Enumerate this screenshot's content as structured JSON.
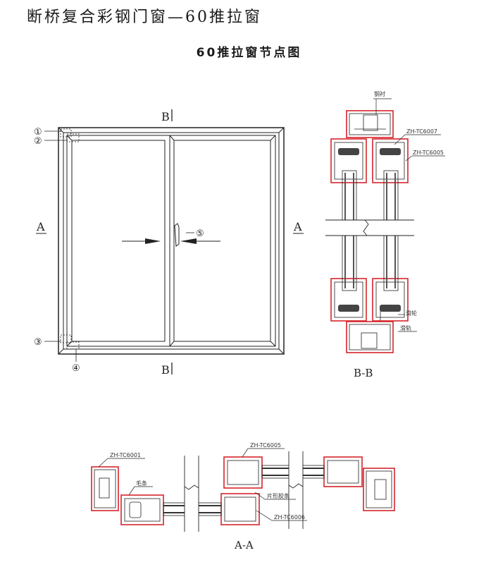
{
  "title": "断桥复合彩钢门窗—60推拉窗",
  "subtitle": "60推拉窗节点图",
  "elevation": {
    "section_labels": {
      "top_b": "B",
      "bottom_b": "B",
      "left_a": "A",
      "right_a": "A"
    },
    "callouts": [
      "①",
      "②",
      "③",
      "④",
      "⑤"
    ]
  },
  "section_bb": {
    "caption": "B-B",
    "labels": [
      "钢衬",
      "ZH-TC6007",
      "ZH-TC6005",
      "滑轮",
      "滑轨"
    ]
  },
  "section_aa": {
    "caption": "A-A",
    "labels": [
      "ZH-TC6001",
      "毛条",
      "ZH-TC6005",
      "片形胶条",
      "ZH-TC6006"
    ]
  },
  "colors": {
    "profile_red": "#d6242b",
    "line": "#222222",
    "glass": "#555555"
  }
}
